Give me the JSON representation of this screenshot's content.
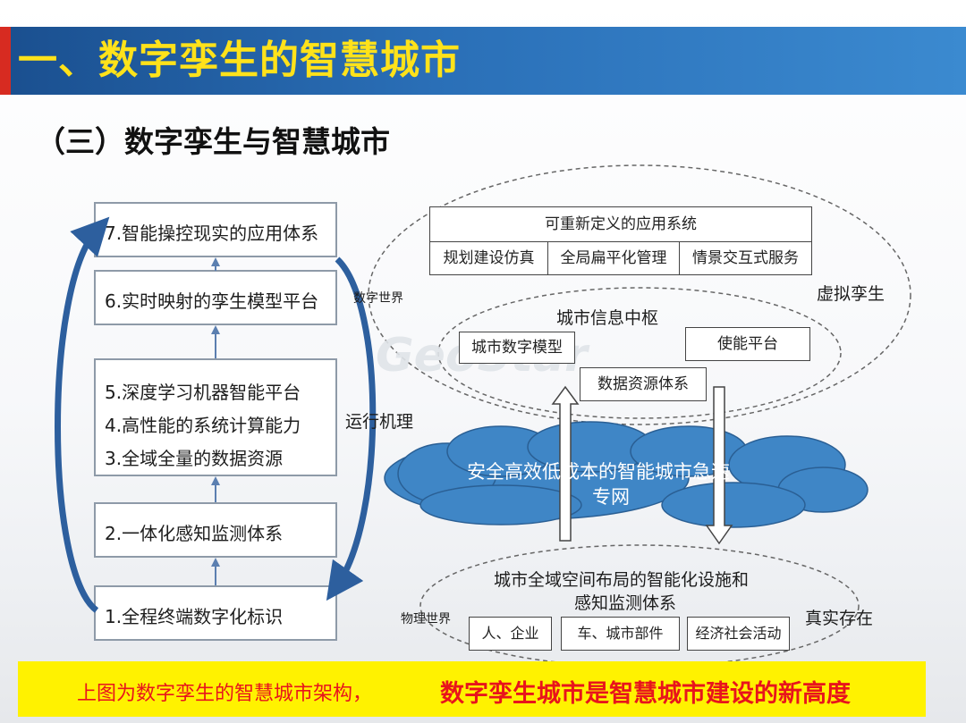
{
  "header": {
    "title": "一、数字孪生的智慧城市",
    "subtitle": "（三）数字孪生与智慧城市"
  },
  "left_stack": {
    "box7": "7.智能操控现实的应用体系",
    "box6": "6.实时映射的孪生模型平台",
    "box543": [
      "5.深度学习机器智能平台",
      "4.高性能的系统计算能力",
      "3.全域全量的数据资源"
    ],
    "box2": "2.一体化感知监测体系",
    "box1": "1.全程终端数字化标识"
  },
  "labels": {
    "digital_world": "数字世界",
    "mechanism": "运行机理",
    "physical_world": "物理世界",
    "virtual_twin": "虚拟孪生",
    "real_exist": "真实存在"
  },
  "apps": {
    "title": "可重新定义的应用系统",
    "items": [
      "规划建设仿真",
      "全局扁平化管理",
      "情景交互式服务"
    ]
  },
  "hub": {
    "title": "城市信息中枢",
    "model": "城市数字模型",
    "enable": "使能平台",
    "data": "数据资源体系"
  },
  "network": {
    "line1": "安全高效低成本的智能城市急速",
    "line2": "专网"
  },
  "physical": {
    "line1": "城市全域空间布局的智能化设施和",
    "line2": "感知监测体系",
    "items": [
      "人、企业",
      "车、城市部件",
      "经济社会活动"
    ]
  },
  "banner": {
    "part1": "上图为数字孪生的智慧城市架构，",
    "part2": "数字孪生城市是智慧城市建设的新高度"
  },
  "watermark": "GeoStar",
  "colors": {
    "header_blue": "#2a6fb7",
    "title_yellow": "#ffe21a",
    "cloud_blue": "#3f86c6",
    "arc_blue": "#2d5f9e",
    "banner_yellow": "#fff200",
    "banner_red": "#e8141c"
  }
}
